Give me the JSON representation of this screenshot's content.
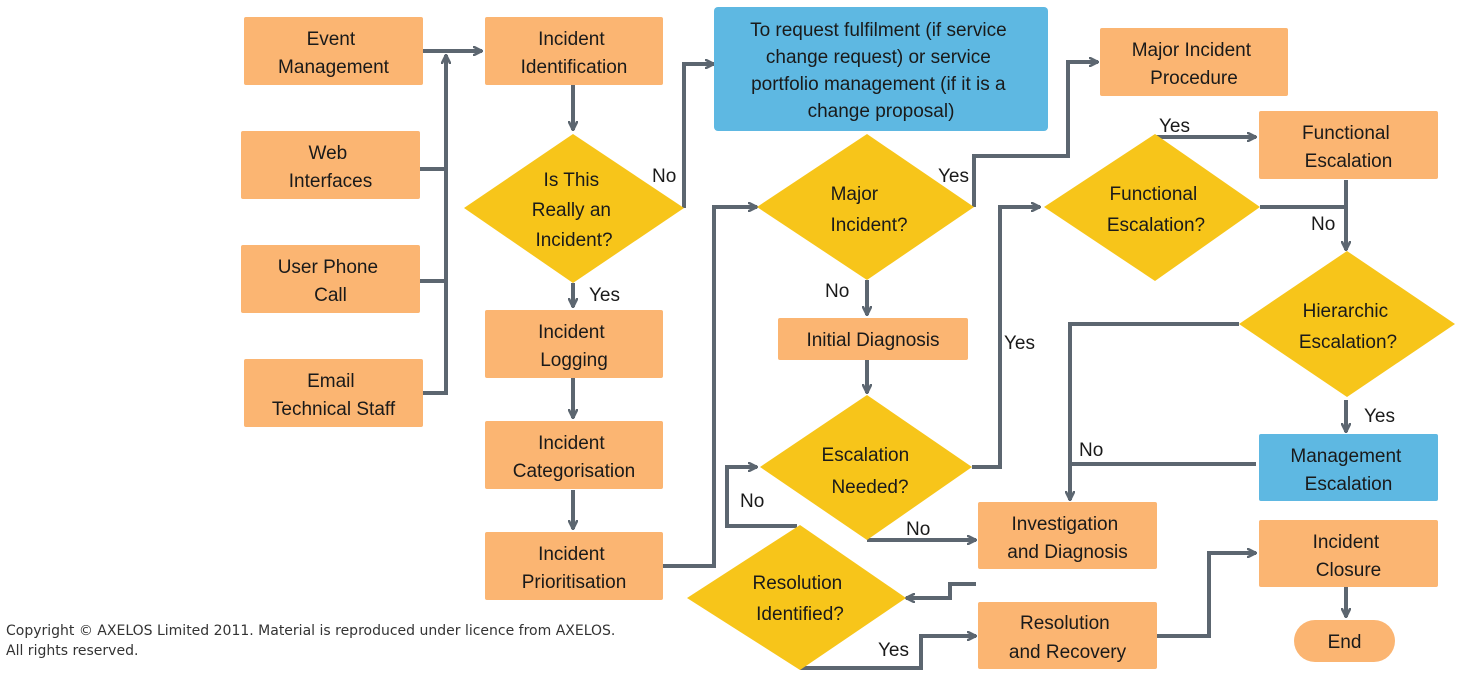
{
  "colors": {
    "process": "#FBB572",
    "decision": "#F7C51A",
    "highlight": "#5EB8E2",
    "connector": "#5C6670",
    "text": "#1a1a1a"
  },
  "nodes": {
    "event_management": [
      "Event",
      "Management"
    ],
    "web_interfaces": [
      "Web",
      "Interfaces"
    ],
    "user_phone_call": [
      "User Phone",
      "Call"
    ],
    "email_technical_staff": [
      "Email",
      "Technical Staff"
    ],
    "incident_identification": [
      "Incident",
      "Identification"
    ],
    "is_really_incident": [
      "Is This",
      "Really an",
      "Incident?"
    ],
    "incident_logging": [
      "Incident",
      "Logging"
    ],
    "incident_categorisation": [
      "Incident",
      "Categorisation"
    ],
    "incident_prioritisation": [
      "Incident",
      "Prioritisation"
    ],
    "request_fulfilment": [
      "To request fulfilment (if service",
      "change request) or service",
      "portfolio management (if it is a",
      "change proposal)"
    ],
    "major_incident_decision": [
      "Major",
      "Incident?"
    ],
    "major_incident_procedure": [
      "Major Incident",
      "Procedure"
    ],
    "initial_diagnosis": [
      "Initial Diagnosis"
    ],
    "escalation_needed": [
      "Escalation",
      "Needed?"
    ],
    "functional_escalation_decision": [
      "Functional",
      "Escalation?"
    ],
    "functional_escalation": [
      "Functional",
      "Escalation"
    ],
    "hierarchic_escalation": [
      "Hierarchic",
      "Escalation?"
    ],
    "management_escalation": [
      "Management",
      "Escalation"
    ],
    "investigation_diagnosis": [
      "Investigation",
      "and Diagnosis"
    ],
    "resolution_identified": [
      "Resolution",
      "Identified?"
    ],
    "resolution_recovery": [
      "Resolution",
      "and Recovery"
    ],
    "incident_closure": [
      "Incident",
      "Closure"
    ],
    "end": [
      "End"
    ]
  },
  "edge_labels": {
    "really_incident_no": "No",
    "really_incident_yes": "Yes",
    "major_incident_yes": "Yes",
    "major_incident_no": "No",
    "escalation_needed_yes": "Yes",
    "escalation_needed_no": "No",
    "functional_escalation_yes": "Yes",
    "functional_escalation_no": "No",
    "hierarchic_escalation_yes": "Yes",
    "hierarchic_escalation_no": "No",
    "resolution_identified_no": "No",
    "resolution_identified_yes": "Yes"
  },
  "copyright": {
    "line1": "Copyright © AXELOS Limited 2011. Material is reproduced under licence from AXELOS.",
    "line2": "All rights reserved."
  }
}
